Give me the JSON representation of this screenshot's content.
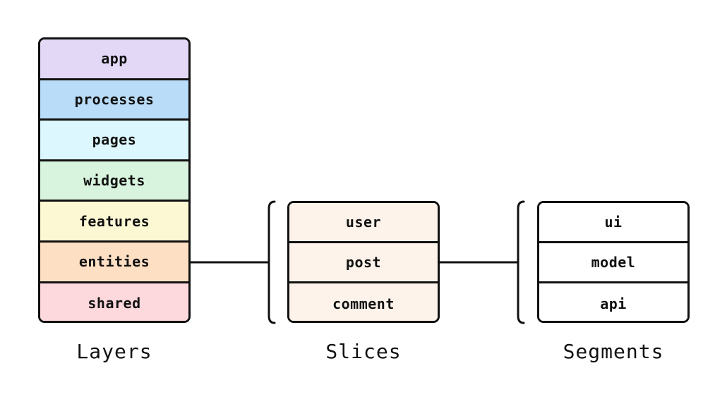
{
  "layers": {
    "caption": "Layers",
    "items": [
      {
        "label": "app",
        "color": "#e3d8f6"
      },
      {
        "label": "processes",
        "color": "#b9dcf8"
      },
      {
        "label": "pages",
        "color": "#dcf7fd"
      },
      {
        "label": "widgets",
        "color": "#d8f4de"
      },
      {
        "label": "features",
        "color": "#fdf8d4"
      },
      {
        "label": "entities",
        "color": "#fde0c4"
      },
      {
        "label": "shared",
        "color": "#fdd8dc"
      }
    ]
  },
  "slices": {
    "caption": "Slices",
    "items": [
      {
        "label": "user"
      },
      {
        "label": "post"
      },
      {
        "label": "comment"
      }
    ],
    "color": "#fdf3ea",
    "accent": "#fde1c6"
  },
  "segments": {
    "caption": "Segments",
    "items": [
      {
        "label": "ui"
      },
      {
        "label": "model"
      },
      {
        "label": "api"
      }
    ],
    "color": "#ffffff",
    "accent": "#fdeee0"
  }
}
